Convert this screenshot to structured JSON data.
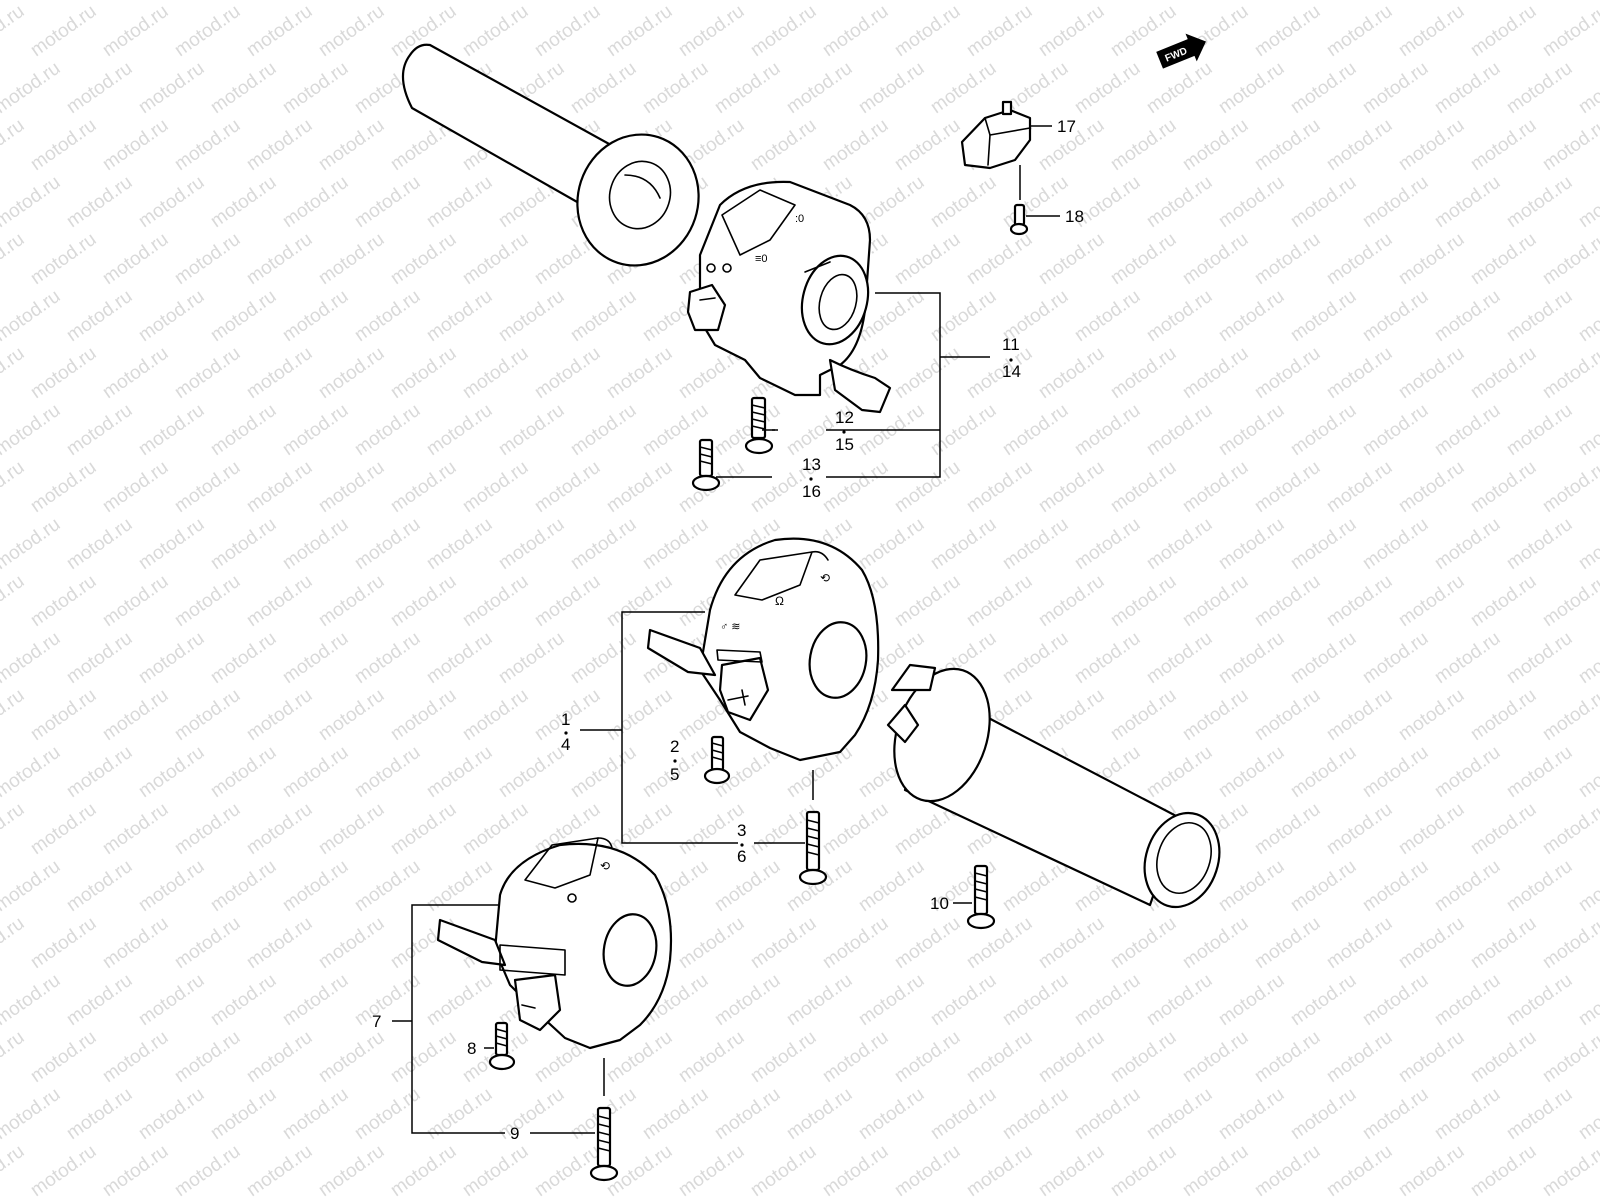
{
  "watermark": "motod.ru",
  "direction_badge": "FWD",
  "callouts": {
    "c1": "1",
    "c4": "4",
    "c2": "2",
    "c5": "5",
    "c3": "3",
    "c6": "6",
    "c7": "7",
    "c8": "8",
    "c9": "9",
    "c10": "10",
    "c11": "11",
    "c14": "14",
    "c12": "12",
    "c15": "15",
    "c13": "13",
    "c16": "16",
    "c17": "17",
    "c18": "18"
  },
  "colors": {
    "line": "#000000",
    "watermark": "#d9d9d9",
    "background": "#ffffff"
  }
}
